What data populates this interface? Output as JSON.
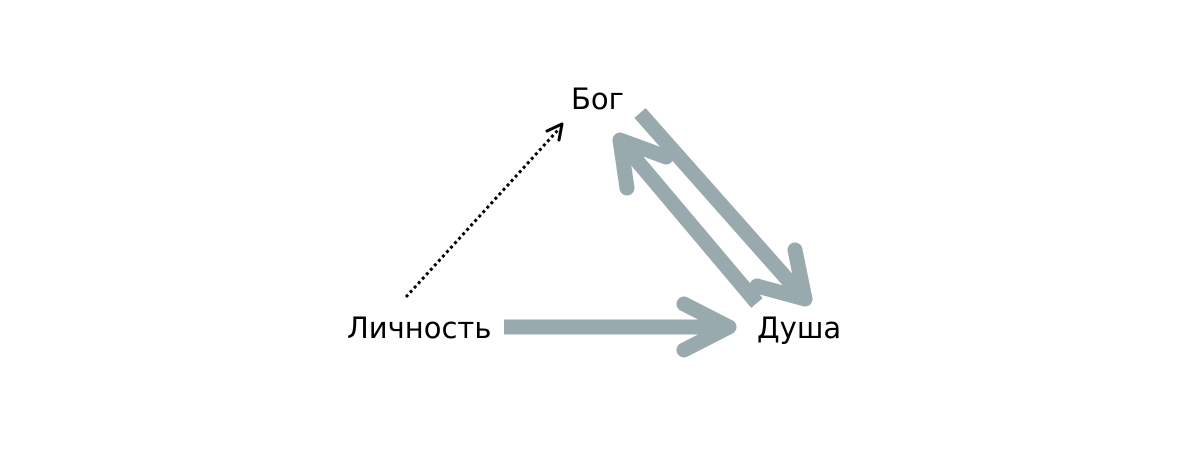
{
  "nodes": {
    "god": {
      "label": "Бог"
    },
    "soul": {
      "label": "Душа"
    },
    "person": {
      "label": "Личность"
    }
  },
  "edges": [
    {
      "from": "person",
      "to": "god",
      "style": "dotted",
      "color": "#000000"
    },
    {
      "from": "god",
      "to": "soul",
      "style": "thick",
      "color": "#98aaad"
    },
    {
      "from": "soul",
      "to": "god",
      "style": "thick",
      "color": "#98aaad"
    },
    {
      "from": "person",
      "to": "soul",
      "style": "thick",
      "color": "#98aaad"
    }
  ]
}
